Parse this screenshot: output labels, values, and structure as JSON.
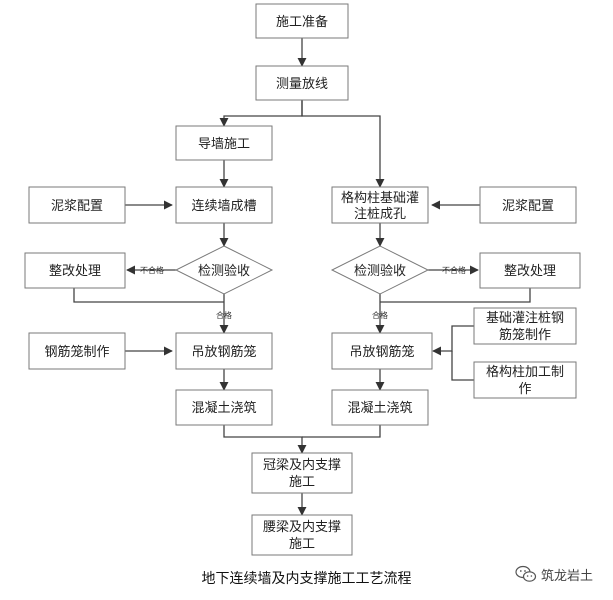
{
  "nodes": {
    "prep": "施工准备",
    "survey": "测量放线",
    "guide_wall": "导墙施工",
    "slurry_left": "泥浆配置",
    "trench": "连续墙成槽",
    "column_pile_l1": "格构柱基础灌",
    "column_pile_l2": "注桩成孔",
    "slurry_right": "泥浆配置",
    "inspect_left": "检测验收",
    "inspect_right": "检测验收",
    "rectify_left": "整改处理",
    "rectify_right": "整改处理",
    "rebar_make": "钢筋笼制作",
    "hoist_left": "吊放钢筋笼",
    "hoist_right": "吊放钢筋笼",
    "pile_cage_l1": "基础灌注桩钢",
    "pile_cage_l2": "筋笼制作",
    "column_make_l1": "格构柱加工制",
    "column_make_l2": "作",
    "concrete_left": "混凝土浇筑",
    "concrete_right": "混凝土浇筑",
    "crown_l1": "冠梁及内支撑",
    "crown_l2": "施工",
    "waist_l1": "腰梁及内支撑",
    "waist_l2": "施工"
  },
  "labels": {
    "fail_left": "不合格",
    "fail_right": "不合格",
    "pass_left": "合格",
    "pass_right": "合格"
  },
  "caption": "地下连续墙及内支撑施工工艺流程",
  "watermark": {
    "icon": "wechat-icon",
    "text": "筑龙岩土"
  }
}
